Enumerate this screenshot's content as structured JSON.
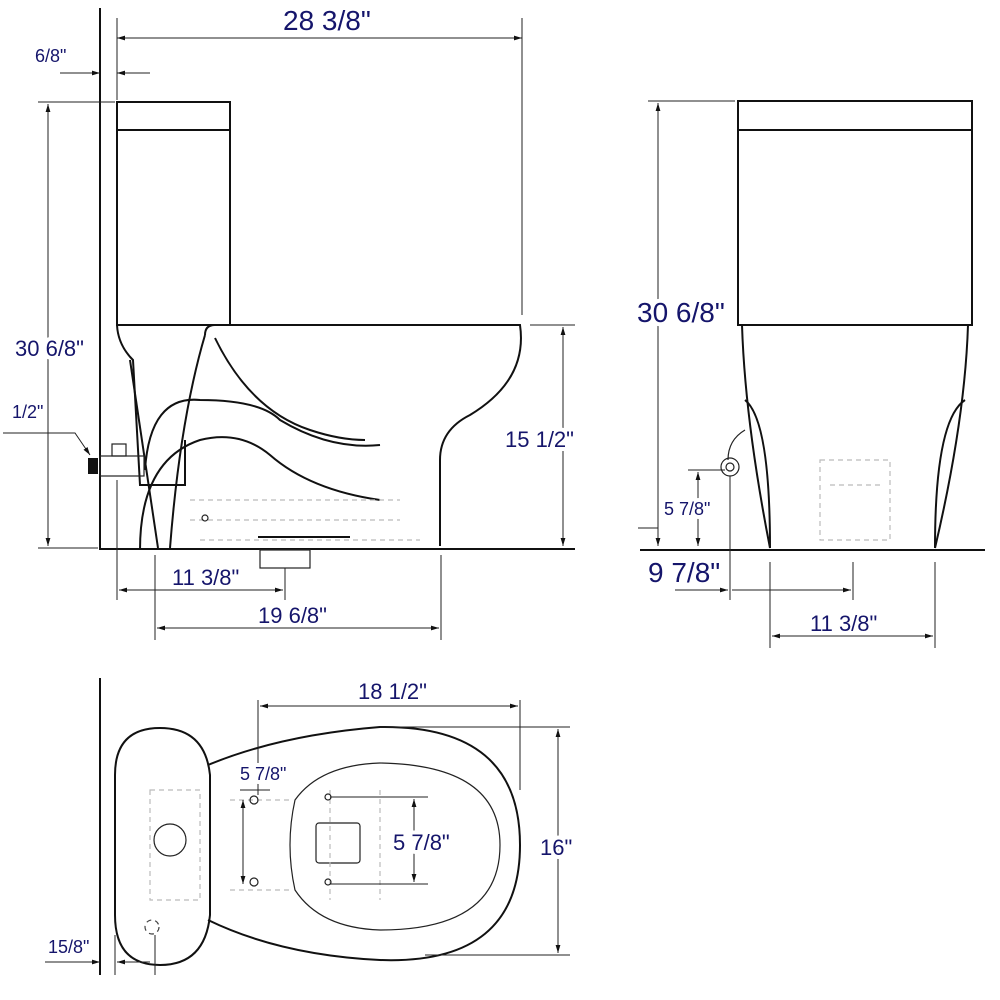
{
  "side_view": {
    "overall_depth": "28 3/8\"",
    "wall_offset": "6/8\"",
    "overall_height": "30 6/8\"",
    "supply_size": "1/2\"",
    "seat_height": "15 1/2\"",
    "rough_in": "11 3/8\"",
    "bowl_depth": "19 6/8\""
  },
  "front_view": {
    "overall_height": "30 6/8\"",
    "supply_height": "5 7/8\"",
    "supply_offset": "9 7/8\"",
    "base_width": "11 3/8\""
  },
  "top_view": {
    "bowl_length": "18 1/2\"",
    "seat_bolt_spacing": "5 7/8\"",
    "outlet_width": "5 7/8\"",
    "overall_width": "16\"",
    "wall_gap": "15/8\""
  },
  "colors": {
    "label": "#15156b",
    "line": "#111111"
  }
}
